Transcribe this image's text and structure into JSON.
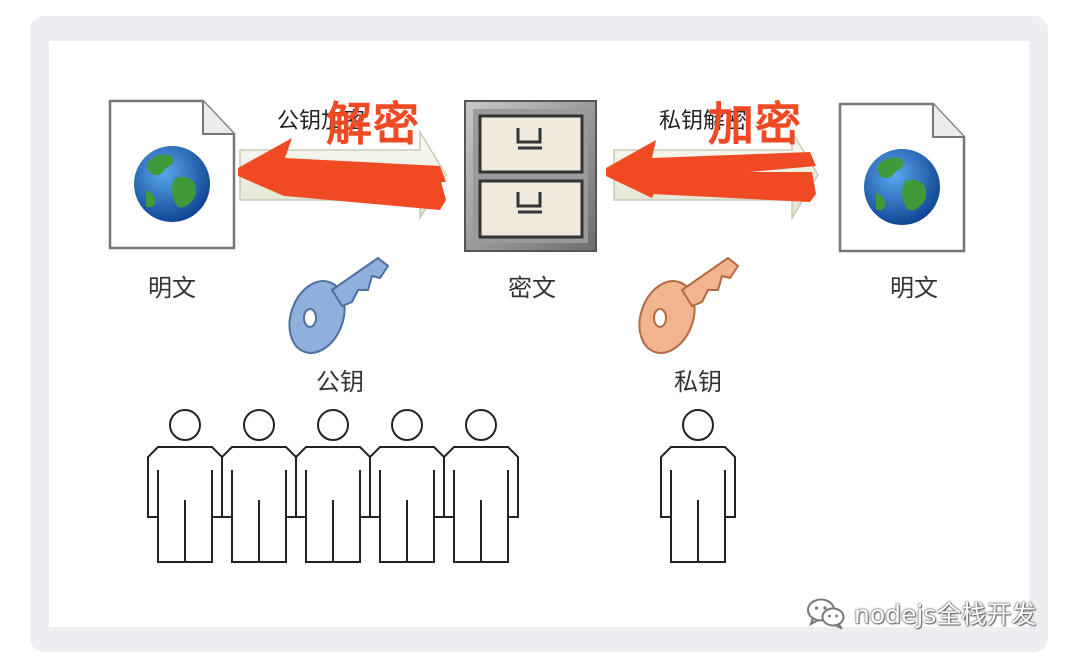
{
  "labels": {
    "plaintext_left": "明文",
    "plaintext_right": "明文",
    "ciphertext": "密文",
    "public_key": "公钥",
    "private_key": "私钥",
    "arrow_left_small": "公钥加密",
    "arrow_right_small": "私钥解密",
    "overlay_left": "解密",
    "overlay_right": "加密"
  },
  "watermark": {
    "text": "nodejs全栈开发"
  },
  "colors": {
    "red_overlay": "#f04a25",
    "public_key": "#8fb0dc",
    "private_key": "#f2b48f",
    "frame_bg": "#efedf2"
  }
}
